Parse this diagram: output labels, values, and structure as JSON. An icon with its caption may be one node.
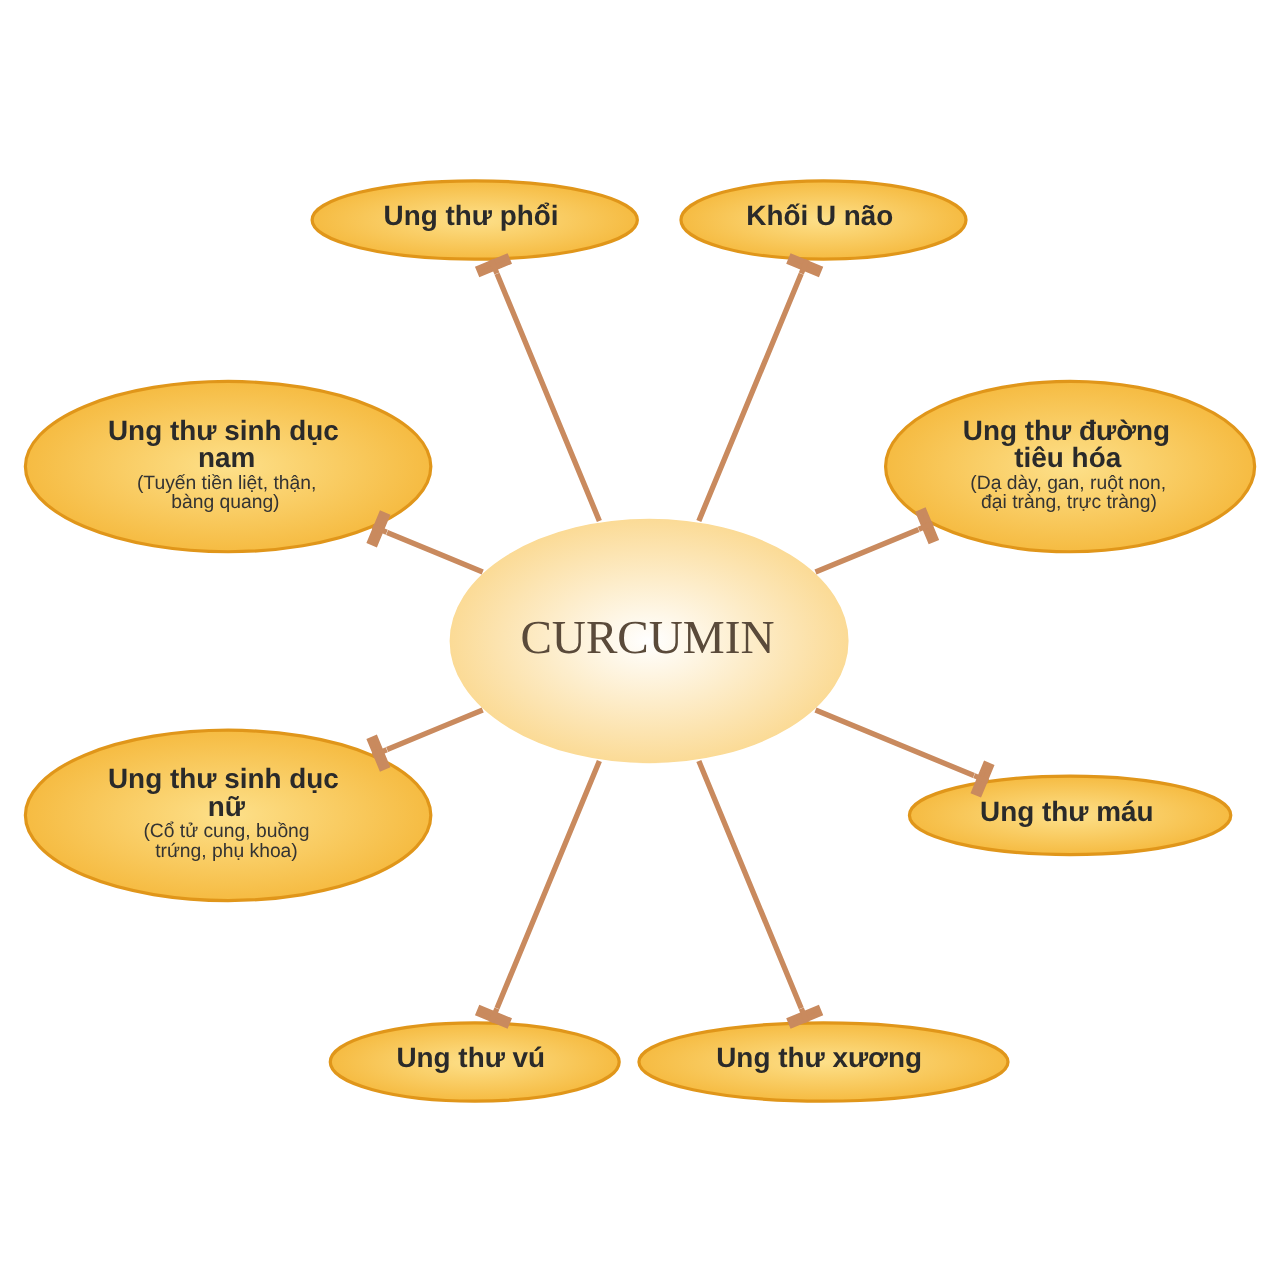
{
  "diagram": {
    "nodes": [
      {
        "text": [
          "CURCUMIN"
        ]
      },
      {
        "text": [
          "Ung thư đường tiêu hóa",
          "(Dạ dày, gan, ruột non, đại tràng, trực tràng)"
        ]
      },
      {
        "text": [
          "Khối U não"
        ]
      },
      {
        "text": [
          "Ung thư phổi"
        ]
      },
      {
        "text": [
          "Ung thư sinh dục nam",
          "(Tuyến tiền liệt, thận, bàng quang)"
        ]
      },
      {
        "text": [
          "Ung thư sinh dục nữ",
          "(Cổ tử cung, buồng trứng, phụ khoa)"
        ]
      },
      {
        "text": [
          "Ung thư vú"
        ]
      },
      {
        "text": [
          "Ung thư xương"
        ]
      },
      {
        "text": [
          "Ung thư máu"
        ]
      }
    ],
    "edges": [
      {
        "from": 0,
        "to": 1,
        "arrow": "other"
      },
      {
        "from": 0,
        "to": 2,
        "arrow": "other"
      },
      {
        "from": 0,
        "to": 3,
        "arrow": "other"
      },
      {
        "from": 0,
        "to": 4,
        "arrow": "other"
      },
      {
        "from": 0,
        "to": 5,
        "arrow": "other"
      },
      {
        "from": 0,
        "to": 6,
        "arrow": "other"
      },
      {
        "from": 0,
        "to": 7,
        "arrow": "other"
      },
      {
        "from": 0,
        "to": 8,
        "arrow": "other"
      }
    ]
  }
}
